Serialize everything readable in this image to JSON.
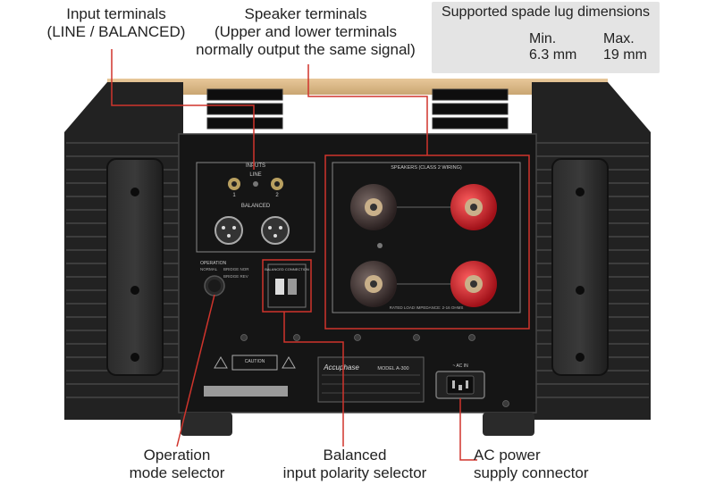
{
  "labels": {
    "input_terminals": {
      "line1": "Input terminals",
      "line2": "(LINE / BALANCED)"
    },
    "speaker_terminals": {
      "line1": "Speaker terminals",
      "line2": "(Upper and lower terminals",
      "line3": "normally output the same signal)"
    },
    "operation_mode": {
      "line1": "Operation",
      "line2": "mode selector"
    },
    "balanced_polarity": {
      "line1": "Balanced",
      "line2": "input polarity selector"
    },
    "ac_power": {
      "line1": "AC power",
      "line2": "supply connector"
    }
  },
  "spade_lug": {
    "title": "Supported spade lug dimensions",
    "min_label": "Min.",
    "min_value": "6.3 mm",
    "max_label": "Max.",
    "max_value": "19 mm"
  },
  "panel_text": {
    "inputs": "INPUTS",
    "line": "LINE",
    "line_ch1": "1",
    "line_ch2": "2",
    "balanced": "BALANCED",
    "speakers": "SPEAKERS (CLASS 2 WIRING)",
    "rated_load": "RATED LOAD IMPEDANCE: 2-16 OHMS",
    "operation": "OPERATION",
    "op_normal": "NORMAL",
    "op_bridge_nor": "BRIDGE NOR",
    "op_bridge_rev": "BRIDGE REV",
    "balanced_connection": "BALANCED CONNECTION",
    "caution": "CAUTION",
    "model": "MODEL A-300",
    "ac_in": "~ AC IN",
    "brand": "Accuphase"
  },
  "colors": {
    "callout_line": "#d0342c",
    "speaker_red": "#c8202a",
    "chassis": "#1a1a1a",
    "panel": "#161616"
  }
}
